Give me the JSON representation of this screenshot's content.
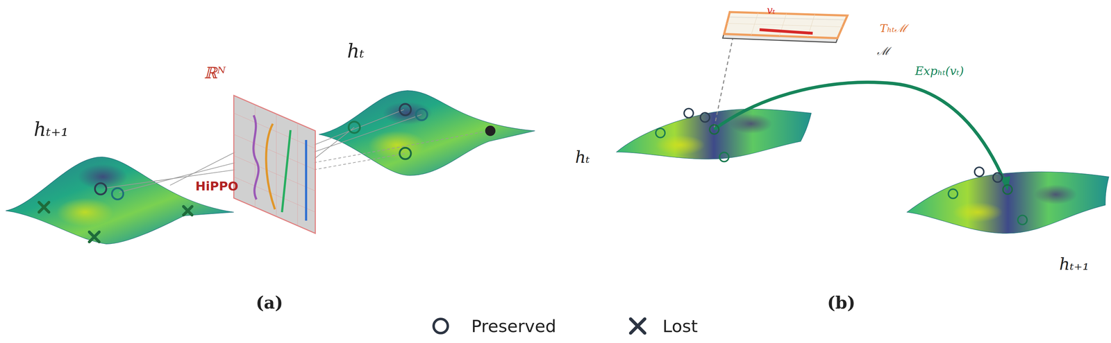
{
  "diagram": {
    "labels": [
      "hₜ₊₁",
      "ℝᴺ",
      "hₜ",
      "HiPPO",
      "(a)",
      "vₜ",
      "Tₕₜℳ",
      "ℳ",
      "Expₕₜ(vₜ)",
      "hₜ",
      "hₜ₊₁",
      "(b)"
    ],
    "legend": [
      {
        "text": "Preserved"
      },
      {
        "text": "Lost"
      }
    ]
  }
}
